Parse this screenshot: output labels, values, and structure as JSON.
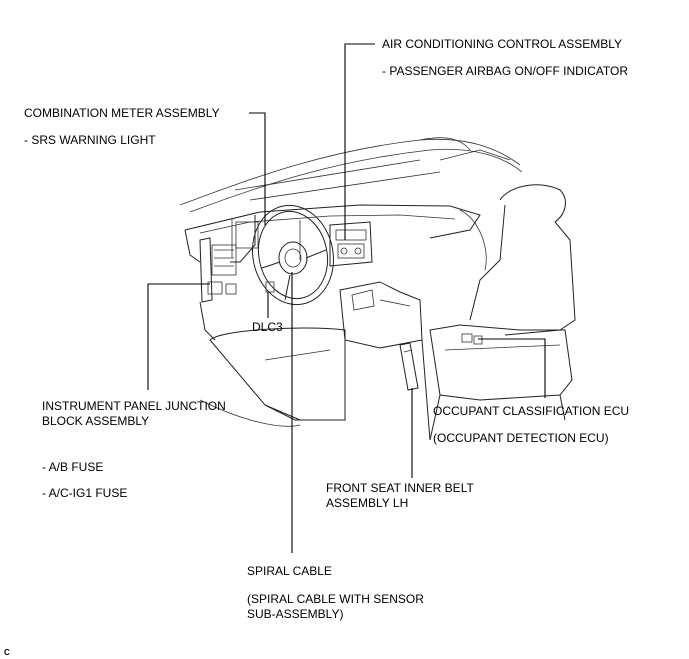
{
  "labels": {
    "air_conditioning": "AIR CONDITIONING CONTROL ASSEMBLY",
    "passenger_airbag": "- PASSENGER AIRBAG ON/OFF INDICATOR",
    "combination_meter": "COMBINATION METER ASSEMBLY",
    "srs_warning": "- SRS WARNING LIGHT",
    "dlc3": "DLC3",
    "instrument_panel_line1": "INSTRUMENT PANEL JUNCTION",
    "instrument_panel_line2": "BLOCK ASSEMBLY",
    "ab_fuse": "- A/B FUSE",
    "acig1_fuse": "- A/C-IG1 FUSE",
    "occupant_ecu": "OCCUPANT CLASSIFICATION ECU",
    "occupant_detection": "(OCCUPANT DETECTION ECU)",
    "front_seat_line1": "FRONT SEAT INNER BELT",
    "front_seat_line2": "ASSEMBLY LH",
    "spiral_cable": "SPIRAL CABLE",
    "spiral_sensor_line1": "(SPIRAL CABLE WITH SENSOR",
    "spiral_sensor_line2": "SUB-ASSEMBLY)",
    "figure_code": "C"
  }
}
